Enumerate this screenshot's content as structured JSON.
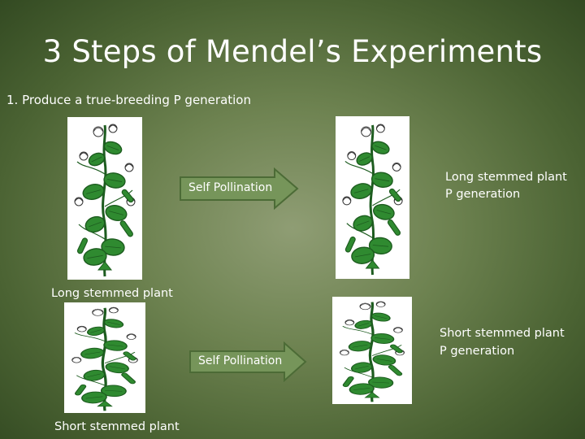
{
  "slide": {
    "title": "3 Steps of Mendel’s Experiments",
    "step_text": "1. Produce a true-breeding P generation"
  },
  "row_long": {
    "arrow_label": "Self Pollination",
    "parent_label": "Long stemmed plant",
    "result_line1": "Long stemmed plant",
    "result_line2": "P generation"
  },
  "row_short": {
    "arrow_label": "Self Pollination",
    "parent_label": "Short stemmed plant",
    "result_line1": "Short stemmed plant",
    "result_line2": "P generation"
  },
  "colors": {
    "background_center": "#8f9d74",
    "background_edge": "#334a22",
    "arrow_fill": "#76955a",
    "arrow_stroke": "#4c6b36",
    "leaf": "#2f8a30",
    "leaf_dark": "#1d5c1f"
  },
  "icons": {
    "plant": "pea-plant-illustration",
    "arrow": "right-arrow-icon"
  }
}
